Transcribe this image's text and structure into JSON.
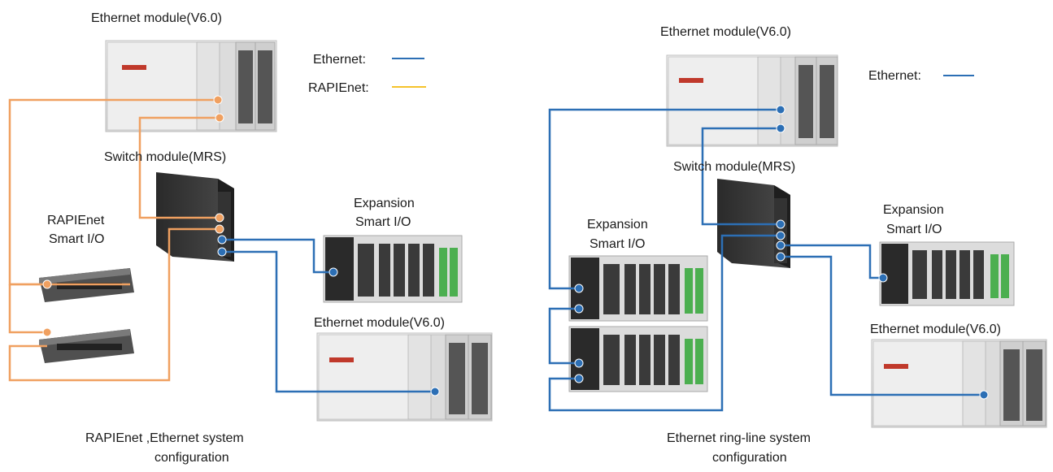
{
  "left": {
    "title_top": "Ethernet module(V6.0)",
    "legend_ethernet_label": "Ethernet:",
    "legend_rapienet_label": "RAPIEnet:",
    "switch_label": "Switch module(MRS)",
    "rapienet_smartio_line1": "RAPIEnet",
    "rapienet_smartio_line2": "Smart I/O",
    "expansion_line1": "Expansion",
    "expansion_line2": "Smart I/O",
    "ethernet_module_bottom": "Ethernet module(V6.0)",
    "caption_line1": "RAPIEnet ,Ethernet  system",
    "caption_line2": "configuration"
  },
  "right": {
    "title_top": "Ethernet module(V6.0)",
    "legend_ethernet_label": "Ethernet:",
    "switch_label": "Switch module(MRS)",
    "expansion_left_line1": "Expansion",
    "expansion_left_line2": "Smart I/O",
    "expansion_right_line1": "Expansion",
    "expansion_right_line2": "Smart I/O",
    "ethernet_module_bottom": "Ethernet module(V6.0)",
    "caption_line1": "Ethernet ring-line system",
    "caption_line2": "configuration"
  },
  "colors": {
    "ethernet": "#2c6fb5",
    "rapienet": "#f0a060",
    "legend_rapienet": "#f5c32c"
  }
}
